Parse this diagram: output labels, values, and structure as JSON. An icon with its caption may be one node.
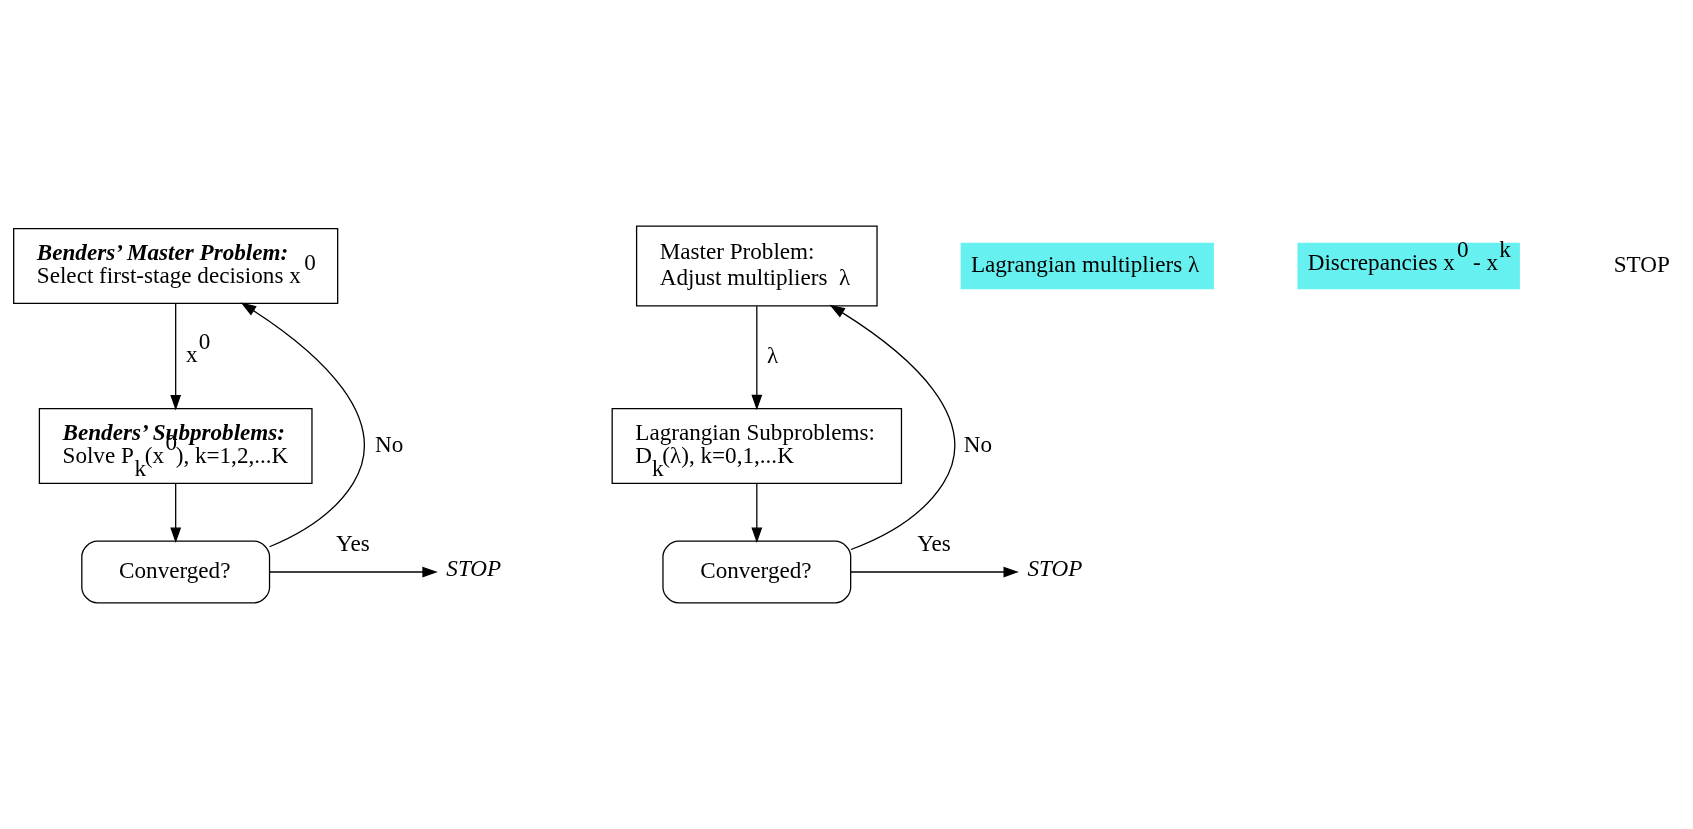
{
  "diagram": {
    "nodes": [
      {
        "text": [
          "Benders’ Master Problem:",
          "Select first-stage decisions x$^{0}$"
        ]
      },
      {
        "text": [
          "Benders’ Subproblems:",
          "Solve P$_{k}$(x$^{0}$), k=1,2,...K"
        ]
      },
      {
        "text": [
          "Converged?"
        ]
      },
      {
        "text": [
          "STOP"
        ]
      },
      {
        "text": [
          "Master Problem:",
          "Adjust multipliers  λ"
        ]
      },
      {
        "text": [
          "Lagrangian Subproblems:",
          "D$_{k}$(λ), k=0,1,...K"
        ]
      },
      {
        "text": [
          "Converged?"
        ]
      },
      {
        "text": [
          "STOP"
        ]
      }
    ],
    "edges": [
      {
        "from": 0,
        "to": 1,
        "arrow": "to",
        "label": "x$^{0}$"
      },
      {
        "from": 1,
        "to": 2,
        "arrow": "to"
      },
      {
        "from": 2,
        "to": 3,
        "arrow": "to",
        "label": "Yes"
      },
      {
        "from": 2,
        "to": 0,
        "arrow": "to",
        "label": "No"
      },
      {
        "from": 4,
        "to": 5,
        "arrow": "to",
        "label": "λ"
      },
      {
        "from": 5,
        "to": 6,
        "arrow": "to"
      },
      {
        "from": 6,
        "to": 7,
        "arrow": "to",
        "label": "Yes"
      },
      {
        "from": 6,
        "to": 4,
        "arrow": "to",
        "label": "No"
      }
    ],
    "labels": [
      "Lagrangian multipliers λ",
      "Discrepancies x$^{0}$ - x$^{k}$",
      "STOP"
    ]
  }
}
